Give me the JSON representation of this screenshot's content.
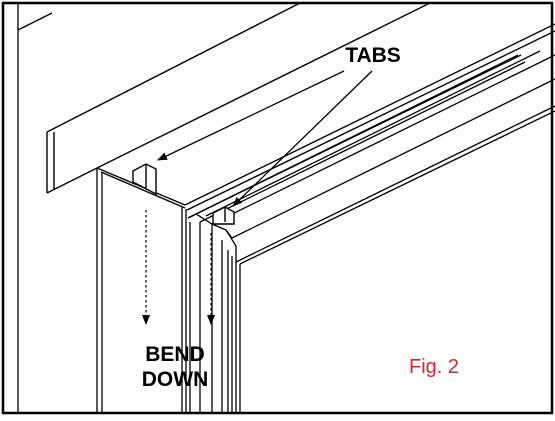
{
  "labels": {
    "tabs": "TABS",
    "bend_line1": "BEND",
    "bend_line2": "DOWN",
    "figure": "Fig. 2"
  },
  "colors": {
    "line": "#000000",
    "figure_label": "#d8252e",
    "background": "#ffffff"
  }
}
